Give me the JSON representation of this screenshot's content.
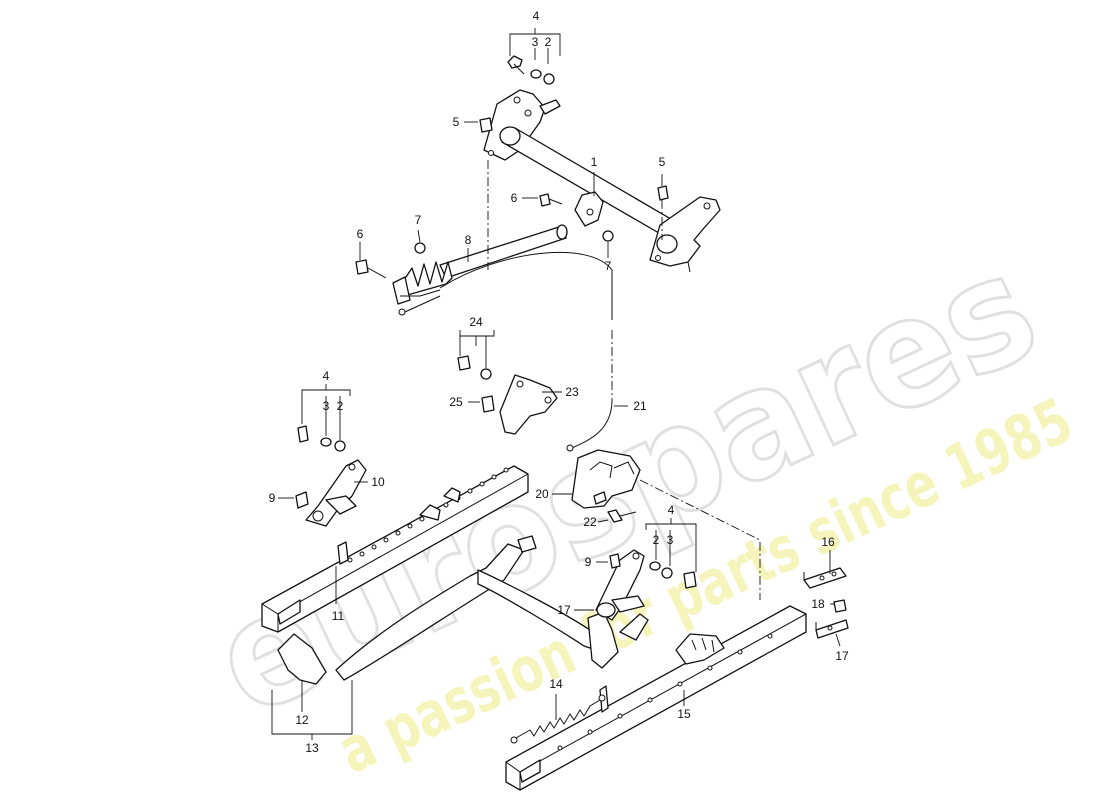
{
  "watermark": {
    "brand": "eurospares",
    "tagline": "a passion for parts since 1985",
    "brand_color": "#e0e0e0",
    "tagline_color": "#f3f3b0"
  },
  "callouts": {
    "c1": "1",
    "c2a": "2",
    "c3a": "3",
    "c4a": "4",
    "c5a": "5",
    "c5b": "5",
    "c6a": "6",
    "c6b": "6",
    "c7a": "7",
    "c7b": "7",
    "c8": "8",
    "c24": "24",
    "c25": "25",
    "c23": "23",
    "c21": "21",
    "c4b": "4",
    "c3b": "3",
    "c2b": "2",
    "c9a": "9",
    "c10": "10",
    "c11": "11",
    "c20": "20",
    "c22": "22",
    "c4c": "4",
    "c2c": "2",
    "c3c": "3",
    "c9b": "9",
    "c17a": "17",
    "c16": "16",
    "c18": "18",
    "c17b": "17",
    "c14": "14",
    "c15": "15",
    "c12": "12",
    "c13": "13"
  }
}
